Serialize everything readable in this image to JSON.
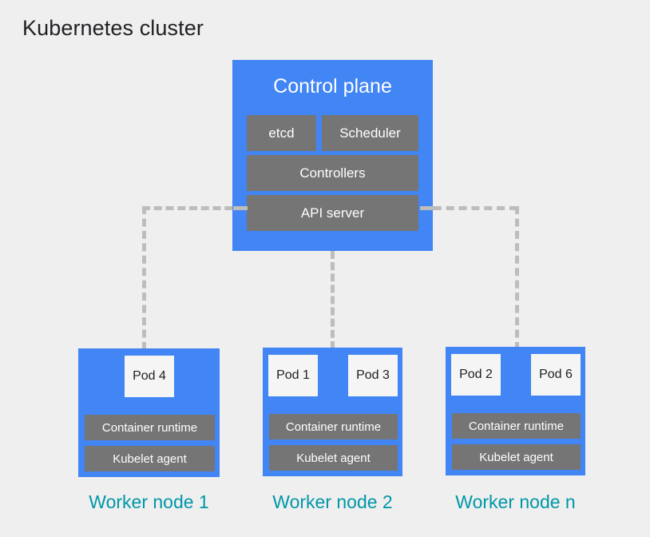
{
  "page": {
    "title": "Kubernetes cluster",
    "background_color": "#efefef",
    "accent_blue": "#4285f4",
    "component_gray": "#757575",
    "pod_white": "#f5f5f5",
    "caption_teal": "#0097a7",
    "connector_gray": "#bdbdbd"
  },
  "control_plane": {
    "title": "Control plane",
    "components": [
      {
        "label": "etcd"
      },
      {
        "label": "Scheduler"
      },
      {
        "label": "Controllers"
      },
      {
        "label": "API server"
      }
    ]
  },
  "worker_nodes": [
    {
      "caption": "Worker node 1",
      "pods": [
        {
          "label": "Pod 4"
        }
      ],
      "runtime": "Container runtime",
      "kubelet": "Kubelet agent"
    },
    {
      "caption": "Worker node 2",
      "pods": [
        {
          "label": "Pod 1"
        },
        {
          "label": "Pod 3"
        }
      ],
      "runtime": "Container runtime",
      "kubelet": "Kubelet agent"
    },
    {
      "caption": "Worker node n",
      "pods": [
        {
          "label": "Pod 2"
        },
        {
          "label": "Pod 6"
        }
      ],
      "runtime": "Container runtime",
      "kubelet": "Kubelet agent"
    }
  ],
  "connectors": [
    {
      "name": "api-server-to-worker-1",
      "style": "dashed"
    },
    {
      "name": "api-server-to-worker-2",
      "style": "dashed"
    },
    {
      "name": "api-server-to-worker-n",
      "style": "dashed"
    }
  ]
}
